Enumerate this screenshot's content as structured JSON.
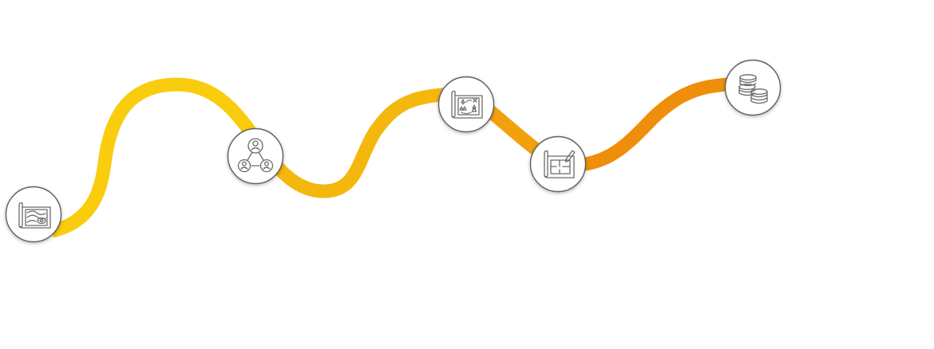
{
  "roadmap": {
    "path_colors": [
      "#f9cc0e",
      "#f4b70d",
      "#f2a10d",
      "#ef8e0a"
    ],
    "steps": [
      {
        "id": "step-1",
        "icon": "contour-map-icon"
      },
      {
        "id": "step-2",
        "icon": "team-network-icon"
      },
      {
        "id": "step-3",
        "icon": "treasure-map-icon"
      },
      {
        "id": "step-4",
        "icon": "floor-plan-icon"
      },
      {
        "id": "step-5",
        "icon": "coin-stacks-icon"
      }
    ]
  }
}
